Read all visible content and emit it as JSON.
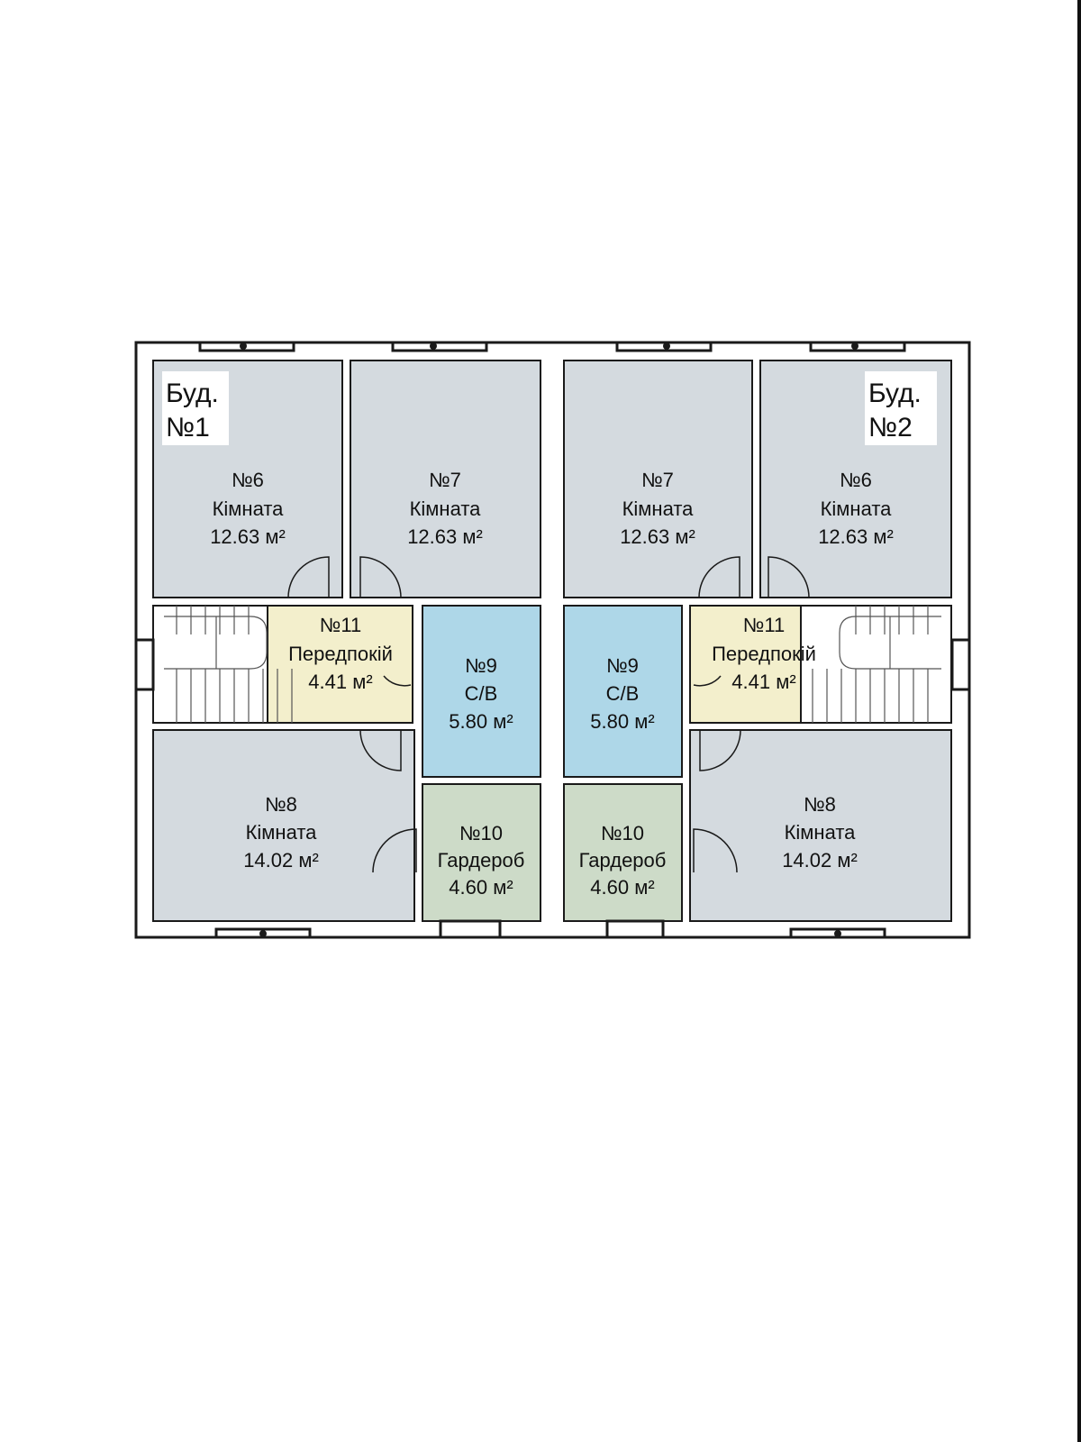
{
  "colors": {
    "room_gray": "#d4dadf",
    "bath_blue": "#aed7e8",
    "hall_yellow": "#f3efcc",
    "wardrobe_green": "#cddbc8",
    "wall": "#1a1a1a",
    "label_bg": "#ffffff"
  },
  "buildings": {
    "left": {
      "label_line1": "Буд.",
      "label_line2": "№1"
    },
    "right": {
      "label_line1": "Буд.",
      "label_line2": "№2"
    }
  },
  "rooms": {
    "l6": {
      "number": "№6",
      "name": "Кімната",
      "area": "12.63 м²"
    },
    "l7": {
      "number": "№7",
      "name": "Кімната",
      "area": "12.63 м²"
    },
    "r7": {
      "number": "№7",
      "name": "Кімната",
      "area": "12.63 м²"
    },
    "r6": {
      "number": "№6",
      "name": "Кімната",
      "area": "12.63 м²"
    },
    "l11": {
      "number": "№11",
      "name": "Передпокій",
      "area": "4.41 м²"
    },
    "l9": {
      "number": "№9",
      "name": "С/В",
      "area": "5.80 м²"
    },
    "r9": {
      "number": "№9",
      "name": "С/В",
      "area": "5.80 м²"
    },
    "r11": {
      "number": "№11",
      "name": "Передпокій",
      "area": "4.41 м²"
    },
    "l8": {
      "number": "№8",
      "name": "Кімната",
      "area": "14.02 м²"
    },
    "l10": {
      "number": "№10",
      "name": "Гардероб",
      "area": "4.60 м²"
    },
    "r10": {
      "number": "№10",
      "name": "Гардероб",
      "area": "4.60 м²"
    },
    "r8": {
      "number": "№8",
      "name": "Кімната",
      "area": "14.02 м²"
    }
  }
}
